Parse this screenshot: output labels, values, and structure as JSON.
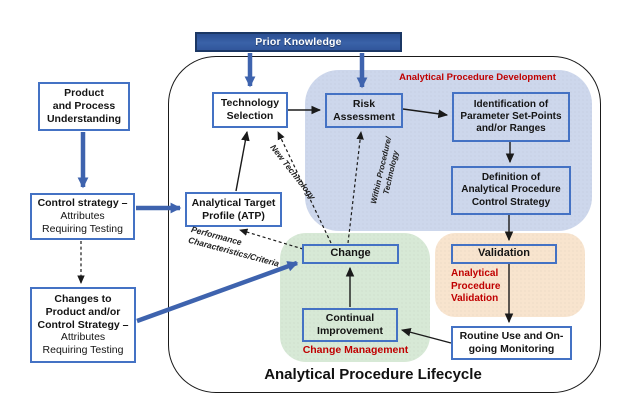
{
  "banner": {
    "label": "Prior Knowledge"
  },
  "left_column": {
    "product_box": {
      "lines": [
        "Product",
        "and Process",
        "Understanding"
      ]
    },
    "control_box": {
      "bold_lines": [
        "Control strategy –"
      ],
      "plain_lines": [
        "Attributes",
        "Requiring Testing"
      ]
    },
    "changes_box": {
      "bold_lines": [
        "Changes to",
        "Product and/or",
        "Control Strategy –"
      ],
      "plain_lines": [
        "Attributes",
        "Requiring Testing"
      ]
    }
  },
  "lifecycle": {
    "title": "Analytical Procedure Lifecycle",
    "regions": {
      "development": {
        "label": "Analytical Procedure Development",
        "color": "#cdd7ec"
      },
      "validation": {
        "label_lines": [
          "Analytical",
          "Procedure",
          "Validation"
        ],
        "color": "#f8e4ce"
      },
      "change_management": {
        "label": "Change Management",
        "color": "#d7e9d6"
      }
    },
    "boxes": {
      "technology_selection": {
        "lines": [
          "Technology",
          "Selection"
        ]
      },
      "risk_assessment": {
        "lines": [
          "Risk",
          "Assessment"
        ]
      },
      "identification": {
        "lines": [
          "Identification of",
          "Parameter Set-Points",
          "and/or Ranges"
        ]
      },
      "definition": {
        "lines": [
          "Definition of",
          "Analytical Procedure",
          "Control Strategy"
        ]
      },
      "atp": {
        "lines": [
          "Analytical Target",
          "Profile (ATP)"
        ]
      },
      "change": {
        "label": "Change"
      },
      "validation": {
        "label": "Validation"
      },
      "continual_improvement": {
        "lines": [
          "Continual",
          "Improvement"
        ]
      },
      "routine_use": {
        "lines": [
          "Routine Use and On-",
          "going Monitoring"
        ]
      }
    },
    "arrow_labels": {
      "new_technology": "New Technology",
      "within_procedure_lines": [
        "Within Procedure/",
        "Technology"
      ],
      "performance_lines": [
        "Performance",
        "Characteristics/Criteria"
      ]
    }
  },
  "colors": {
    "box_border": "#4472c4",
    "arrow_blue": "#3e63ae",
    "arrow_black": "#1a1a1a",
    "label_red": "#c00000",
    "banner_fill": "#33599f",
    "banner_border": "#1b3764",
    "region_development": "#cdd7ec",
    "region_validation": "#f8e4ce",
    "region_change_management": "#d7e9d6"
  }
}
